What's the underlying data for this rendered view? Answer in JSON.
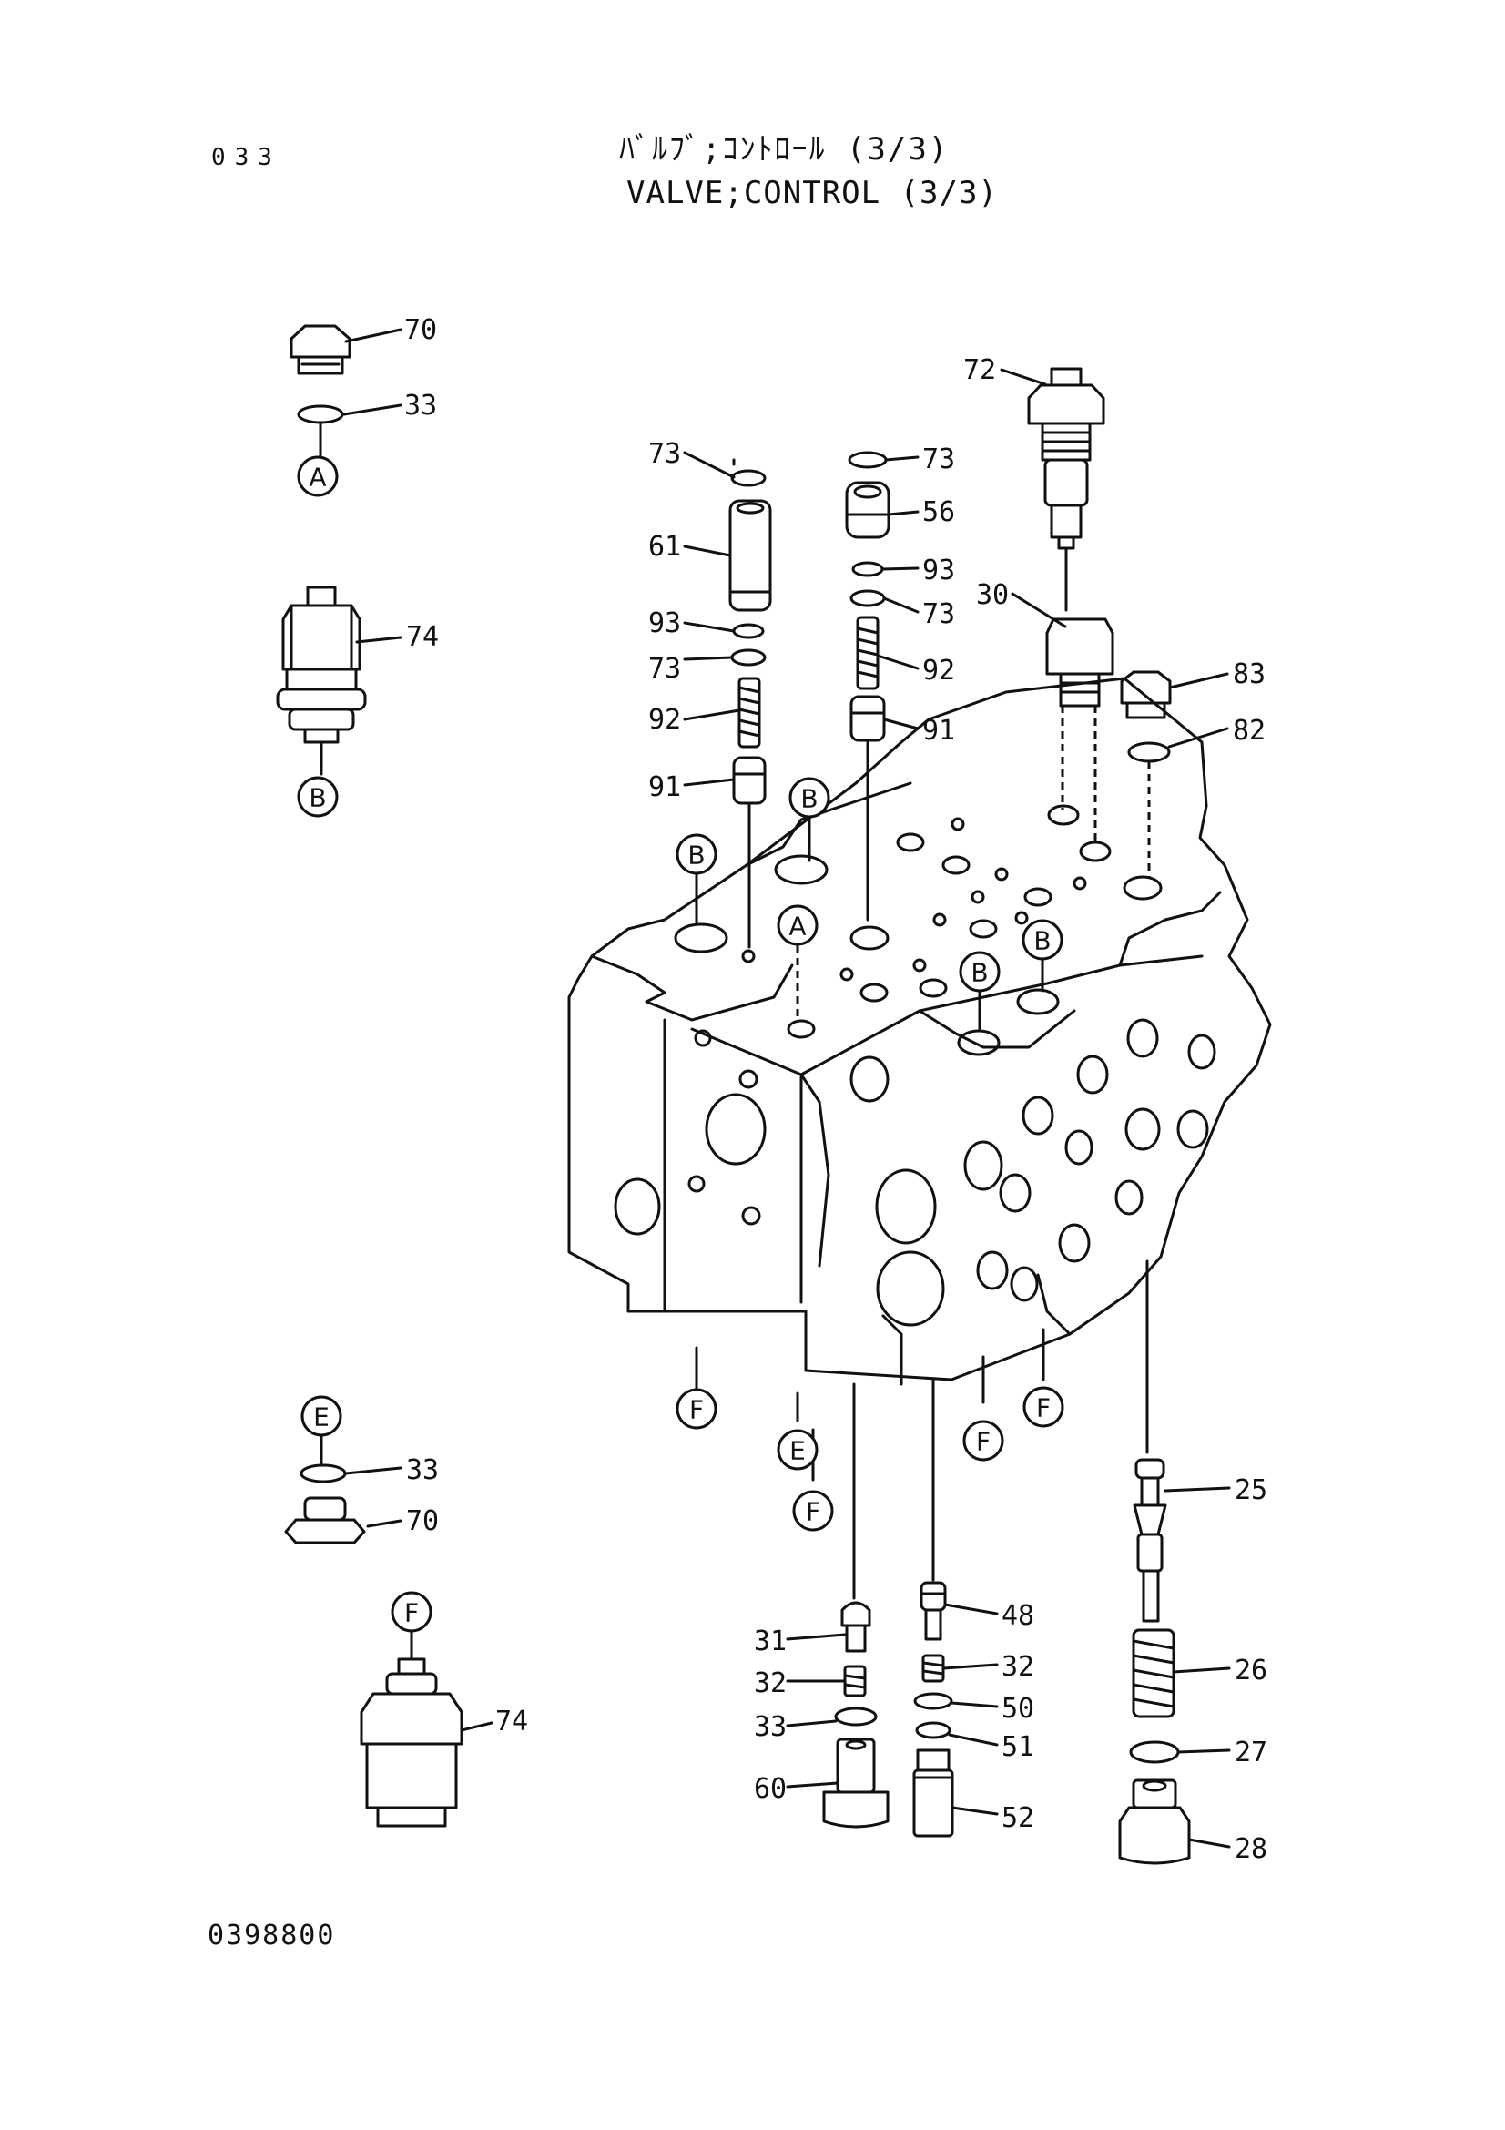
{
  "header": {
    "page_number": "033",
    "title_jp": "ﾊﾞﾙﾌﾞ;ｺﾝﾄﾛｰﾙ (3/3)",
    "title_en": "VALVE;CONTROL (3/3)"
  },
  "footer": {
    "drawing_number": "0398800"
  },
  "callouts": {
    "p70a": "70",
    "p33a": "33",
    "p74a": "74",
    "p33b": "33",
    "p70b": "70",
    "p74b": "74",
    "p73a": "73",
    "p61": "61",
    "p93a": "93",
    "p73b": "73",
    "p92a": "92",
    "p91a": "91",
    "p73c": "73",
    "p56": "56",
    "p93b": "93",
    "p73d": "73",
    "p92b": "92",
    "p91b": "91",
    "p72": "72",
    "p30": "30",
    "p83": "83",
    "p82": "82",
    "p31": "31",
    "p32a": "32",
    "p33c": "33",
    "p60": "60",
    "p48": "48",
    "p32b": "32",
    "p50": "50",
    "p51": "51",
    "p52": "52",
    "p25": "25",
    "p26": "26",
    "p27": "27",
    "p28": "28"
  },
  "port_tags": {
    "a1": "A",
    "b1": "B",
    "e1": "E",
    "f1": "F",
    "b2": "B",
    "b3": "B",
    "a2": "A",
    "b4": "B",
    "b5": "B",
    "f2": "F",
    "e2": "E",
    "f3": "F",
    "f4": "F",
    "f5": "F"
  }
}
